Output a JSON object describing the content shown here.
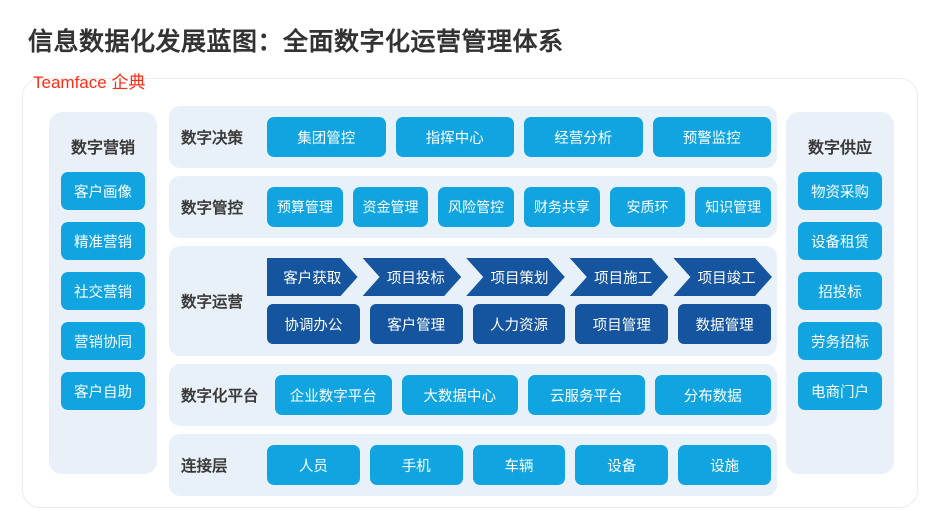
{
  "header": {
    "title": "信息数据化发展蓝图：全面数字化运营管理体系",
    "brand": "Teamface 企典"
  },
  "colors": {
    "accent_light_blue": "#10a5e0",
    "accent_dark_blue": "#15549f",
    "panel_bg": "#e9f1f8",
    "brand_red": "#ff2d16",
    "title_text": "#333333"
  },
  "left_panel": {
    "title": "数字营销",
    "items": [
      {
        "label": "客户画像"
      },
      {
        "label": "精准营销"
      },
      {
        "label": "社交营销"
      },
      {
        "label": "营销协同"
      },
      {
        "label": "客户自助"
      }
    ]
  },
  "right_panel": {
    "title": "数字供应",
    "items": [
      {
        "label": "物资采购"
      },
      {
        "label": "设备租赁"
      },
      {
        "label": "招投标"
      },
      {
        "label": "劳务招标"
      },
      {
        "label": "电商门户"
      }
    ]
  },
  "center_rows": [
    {
      "label": "数字决策",
      "items": [
        {
          "label": "集团管控"
        },
        {
          "label": "指挥中心"
        },
        {
          "label": "经营分析"
        },
        {
          "label": "预警监控"
        }
      ]
    },
    {
      "label": "数字管控",
      "items": [
        {
          "label": "预算管理"
        },
        {
          "label": "资金管理"
        },
        {
          "label": "风险管控"
        },
        {
          "label": "财务共享"
        },
        {
          "label": "安质环"
        },
        {
          "label": "知识管理"
        }
      ]
    },
    {
      "label": "数字运营",
      "flow": [
        {
          "label": "客户获取"
        },
        {
          "label": "项目投标"
        },
        {
          "label": "项目策划"
        },
        {
          "label": "项目施工"
        },
        {
          "label": "项目竣工"
        }
      ],
      "items": [
        {
          "label": "协调办公"
        },
        {
          "label": "客户管理"
        },
        {
          "label": "人力资源"
        },
        {
          "label": "项目管理"
        },
        {
          "label": "数据管理"
        }
      ]
    },
    {
      "label": "数字化平台",
      "items": [
        {
          "label": "企业数字平台"
        },
        {
          "label": "大数据中心"
        },
        {
          "label": "云服务平台"
        },
        {
          "label": "分布数据"
        }
      ]
    },
    {
      "label": "连接层",
      "items": [
        {
          "label": "人员"
        },
        {
          "label": "手机"
        },
        {
          "label": "车辆"
        },
        {
          "label": "设备"
        },
        {
          "label": "设施"
        }
      ]
    }
  ]
}
